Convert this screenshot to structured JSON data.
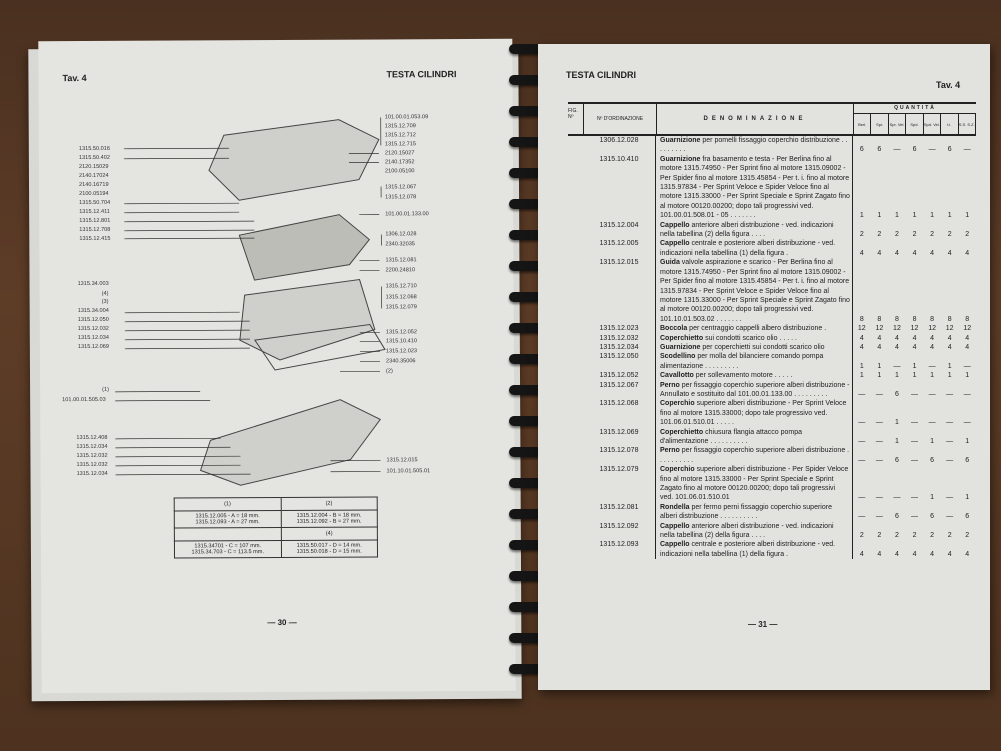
{
  "left_page": {
    "tav": "Tav. 4",
    "title": "TESTA CILINDRI",
    "page_number": "— 30 —",
    "callouts_left_top": [
      "1315.50.016",
      "1315.50.402",
      "2120.15029",
      "2140.17024",
      "2140.16719",
      "2100.05194",
      "1315.50.704",
      "1315.12.411",
      "1315.12.801",
      "1315.12.708",
      "1315.12.415"
    ],
    "callouts_left_mid": [
      "1315.34.003",
      "(4)",
      "(3)",
      "1315.34.004",
      "1315.12.050",
      "1315.12.032",
      "1315.12.034",
      "1315.12.069"
    ],
    "callouts_left_low": [
      "(1)",
      "101.00.01.505.03"
    ],
    "callouts_left_bottom": [
      "1315.12.408",
      "1315.12.034",
      "1315.12.032",
      "1315.12.032",
      "1315.12.034"
    ],
    "callouts_right": [
      "101.00.01.053.09",
      "1315.12.709",
      "1315.12.712",
      "1315.12.715",
      "2120.15027",
      "2140.17352",
      "2100.05100",
      "1315.12.067",
      "1315.12.078",
      "101.00.01.133.00",
      "1306.12.028",
      "2340.32035",
      "1315.12.081",
      "2200.24810",
      "1315.12.710",
      "1315.12.068",
      "1315.12.079",
      "1315.12.052",
      "1315.10.410",
      "1315.12.023",
      "2340.35006",
      "(2)",
      "1315.12.015",
      "101.10.01.505.01"
    ],
    "size_table": {
      "h1": "(1)",
      "h2": "(2)",
      "h3": "",
      "h4": "(4)",
      "c1": [
        "1315.12.005 - A = 18 mm.",
        "1315.12.093 - A = 27 mm."
      ],
      "c2": [
        "1315.12.004 - B = 18 mm.",
        "1315.12.092 - B = 27 mm."
      ],
      "c3": [
        "1315.34701 - C = 107 mm.",
        "1315.34.703 - C = 113.5 mm."
      ],
      "c4": [
        "1315.50.017 - D = 14 mm.",
        "1315.50.018 - D = 15 mm."
      ]
    }
  },
  "right_page": {
    "title": "TESTA CILINDRI",
    "tav": "Tav. 4",
    "page_number": "— 31 —",
    "headers": {
      "fig": "FIG. Nº",
      "ordering": "Nº D'ORDINAZIONE",
      "denomination": "DENOMINAZIONE",
      "quantity": "QUANTITÀ",
      "sub": [
        "Berl.",
        "Spr.",
        "Spr. Vel.",
        "Spd.",
        "Spd. Vel.",
        "t.i.",
        "S.S. S.Z."
      ]
    },
    "rows": [
      {
        "code": "1306.12.028",
        "name": "Guarnizione",
        "desc": " per pomelli fissaggio coperchio distribuzione . . . . . . . . .",
        "q": [
          "6",
          "6",
          "—",
          "6",
          "—",
          "6",
          "—"
        ]
      },
      {
        "code": "1315.10.410",
        "name": "Guarnizione",
        "desc": " fra basamento e testa - Per Berlina fino al motore 1315.74950 - Per Sprint fino al motore 1315.09002 - Per Spider fino al motore 1315.45854 - Per t. i. fino al motore 1315.97834 - Per Sprint Veloce e Spider Veloce fino al motore 1315.33000 - Per Sprint Speciale e Sprint Zagato fino al motore 00120.00200; dopo tali progressivi ved. 101.00.01.508.01 - 05 . . . . . . .",
        "q": [
          "1",
          "1",
          "1",
          "1",
          "1",
          "1",
          "1"
        ]
      },
      {
        "code": "1315.12.004",
        "name": "Cappello",
        "desc": " anteriore alberi distribuzione - ved. indicazioni nella tabellina (2) della figura . . . .",
        "q": [
          "2",
          "2",
          "2",
          "2",
          "2",
          "2",
          "2"
        ]
      },
      {
        "code": "1315.12.005",
        "name": "Cappello",
        "desc": " centrale e posteriore alberi distribuzione - ved. indicazioni nella tabellina (1) della figura .",
        "q": [
          "4",
          "4",
          "4",
          "4",
          "4",
          "4",
          "4"
        ]
      },
      {
        "code": "1315.12.015",
        "name": "Guida",
        "desc": " valvole aspirazione e scarico - Per Berlina fino al motore 1315.74950 - Per Sprint fino al motore 1315.09002 - Per Spider fino al motore 1315.45854 - Per t. i. fino al motore 1315.97834 - Per Sprint Veloce e Spider Veloce fino al motore 1315.33000 - Per Sprint Speciale e Sprint Zagato fino al motore 00120.00200; dopo tali progressivi ved. 101.10.01.503.02 . . . . . . .",
        "q": [
          "8",
          "8",
          "8",
          "8",
          "8",
          "8",
          "8"
        ]
      },
      {
        "code": "1315.12.023",
        "name": "Boccola",
        "desc": " per centraggio cappelli albero distribuzione .",
        "q": [
          "12",
          "12",
          "12",
          "12",
          "12",
          "12",
          "12"
        ]
      },
      {
        "code": "1315.12.032",
        "name": "Coperchietto",
        "desc": " sui condotti scarico olio . . . . .",
        "q": [
          "4",
          "4",
          "4",
          "4",
          "4",
          "4",
          "4"
        ]
      },
      {
        "code": "1315.12.034",
        "name": "Guarnizione",
        "desc": " per coperchietti sui condotti scarico olio",
        "q": [
          "4",
          "4",
          "4",
          "4",
          "4",
          "4",
          "4"
        ]
      },
      {
        "code": "1315.12.050",
        "name": "Scodellino",
        "desc": " per molla del bilanciere comando pompa alimentazione . . . . . . . . .",
        "q": [
          "1",
          "1",
          "—",
          "1",
          "—",
          "1",
          "—"
        ]
      },
      {
        "code": "1315.12.052",
        "name": "Cavallotto",
        "desc": " per sollevamento motore . . . . .",
        "q": [
          "1",
          "1",
          "1",
          "1",
          "1",
          "1",
          "1"
        ]
      },
      {
        "code": "1315.12.067",
        "name": "Perno",
        "desc": " per fissaggio coperchio superiore alberi distribuzione - Annullato e sostituito dal 101.00.01.133.00 . . . . . . . . .",
        "q": [
          "—",
          "—",
          "6",
          "—",
          "—",
          "—",
          "—"
        ]
      },
      {
        "code": "1315.12.068",
        "name": "Coperchio",
        "desc": " superiore alberi distribuzione - Per Sprint Veloce fino al motore 1315.33000; dopo tale progressivo ved. 101.06.01.510.01 . . . . .",
        "q": [
          "—",
          "—",
          "1",
          "—",
          "—",
          "—",
          "—"
        ]
      },
      {
        "code": "1315.12.069",
        "name": "Coperchietto",
        "desc": " chiusura flangia attacco pompa d'alimentazione . . . . . . . . . .",
        "q": [
          "—",
          "—",
          "1",
          "—",
          "1",
          "—",
          "1"
        ]
      },
      {
        "code": "1315.12.078",
        "name": "Perno",
        "desc": " per fissaggio coperchio superiore alberi distribuzione . . . . . . . . . .",
        "q": [
          "—",
          "—",
          "6",
          "—",
          "6",
          "—",
          "6"
        ]
      },
      {
        "code": "1315.12.079",
        "name": "Coperchio",
        "desc": " superiore alberi distribuzione - Per Spider Veloce fino al motore 1315.33000 - Per Sprint Speciale e Sprint Zagato fino al motore 00120.00200; dopo tali progressivi ved. 101.06.01.510.01",
        "q": [
          "—",
          "—",
          "—",
          "—",
          "1",
          "—",
          "1"
        ]
      },
      {
        "code": "1315.12.081",
        "name": "Rondella",
        "desc": " per fermo perni fissaggio coperchio superiore alberi distribuzione . . . . . . . . . .",
        "q": [
          "—",
          "—",
          "6",
          "—",
          "6",
          "—",
          "6"
        ]
      },
      {
        "code": "1315.12.092",
        "name": "Cappello",
        "desc": " anteriore alberi distribuzione - ved. indicazioni nella tabellina (2) della figura . . . .",
        "q": [
          "2",
          "2",
          "2",
          "2",
          "2",
          "2",
          "2"
        ]
      },
      {
        "code": "1315.12.093",
        "name": "Cappello",
        "desc": " centrale e posteriore alberi distribuzione - ved. indicazioni nella tabellina (1) della figura .",
        "q": [
          "4",
          "4",
          "4",
          "4",
          "4",
          "4",
          "4"
        ]
      }
    ]
  }
}
